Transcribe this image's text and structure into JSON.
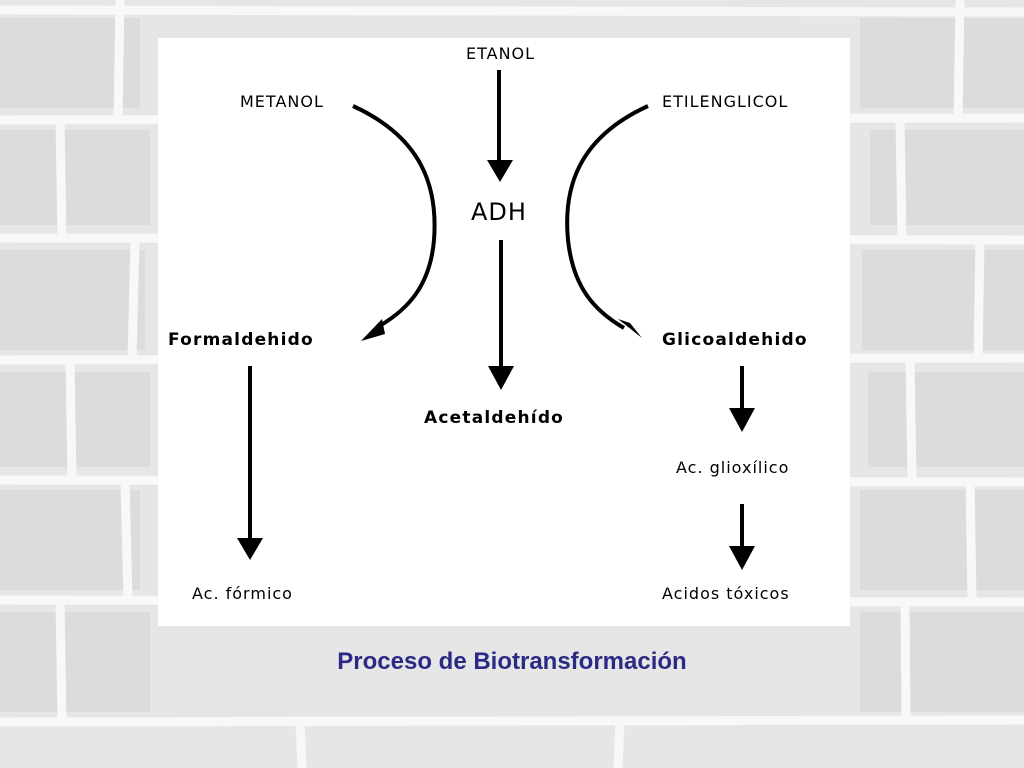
{
  "diagram": {
    "nodes": {
      "etanol": "ETANOL",
      "metanol": "METANOL",
      "etilenglicol": "ETILENGLICOL",
      "adh": "ADH",
      "formaldehido": "Formaldehido",
      "glicoaldehido": "Glicoaldehido",
      "acetaldehido": "Acetaldehído",
      "ac_glioxilico": "Ac. glioxílico",
      "ac_formico": "Ac. fórmico",
      "acidos_toxicos": "Acidos tóxicos"
    },
    "edges": [
      {
        "from": "etanol",
        "to": "adh"
      },
      {
        "from": "adh",
        "to": "acetaldehido"
      },
      {
        "from": "metanol",
        "to": "formaldehido"
      },
      {
        "from": "etilenglicol",
        "to": "glicoaldehido"
      },
      {
        "from": "formaldehido",
        "to": "ac_formico"
      },
      {
        "from": "glicoaldehido",
        "to": "ac_glioxilico"
      },
      {
        "from": "ac_glioxilico",
        "to": "acidos_toxicos"
      }
    ]
  },
  "caption": "Proceso de Biotransformación",
  "colors": {
    "caption": "#2b2b86",
    "panel": "#ffffff",
    "background": "#ececec",
    "mortar": "#f7f7f7",
    "arrow": "#000000"
  }
}
